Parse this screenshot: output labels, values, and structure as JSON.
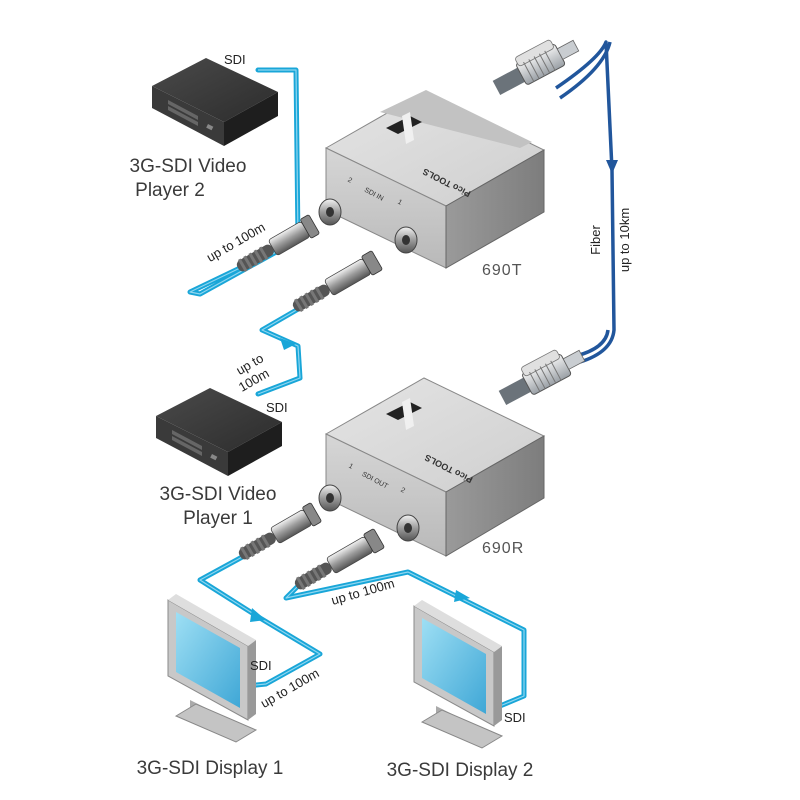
{
  "devices": {
    "player2": {
      "label_line1": "3G-SDI Video",
      "label_line2": "Player 2",
      "cable_label": "SDI"
    },
    "player1": {
      "label_line1": "3G-SDI Video",
      "label_line2": "Player 1",
      "cable_label": "SDI"
    },
    "transmitter": {
      "model": "690T",
      "brand": "Pico TOOLS",
      "port_label": "SDI IN",
      "port_left": "2",
      "port_right": "1"
    },
    "receiver": {
      "model": "690R",
      "brand": "Pico TOOLS",
      "port_label": "SDI OUT",
      "port_left": "1",
      "port_right": "2"
    },
    "display1": {
      "label": "3G-SDI Display 1",
      "cable_label": "SDI"
    },
    "display2": {
      "label": "3G-SDI Display 2",
      "cable_label": "SDI"
    }
  },
  "cables": {
    "player2_to_tx": "up to 100m",
    "player1_to_tx_line1": "up to",
    "player1_to_tx_line2": "100m",
    "fiber_line1": "Fiber",
    "fiber_line2": "up to 10km",
    "rx_to_display1": "up to 100m",
    "rx_to_display2": "up to 100m"
  },
  "colors": {
    "sdi_cable": "#19a6d8",
    "fiber_cable": "#21569c"
  }
}
